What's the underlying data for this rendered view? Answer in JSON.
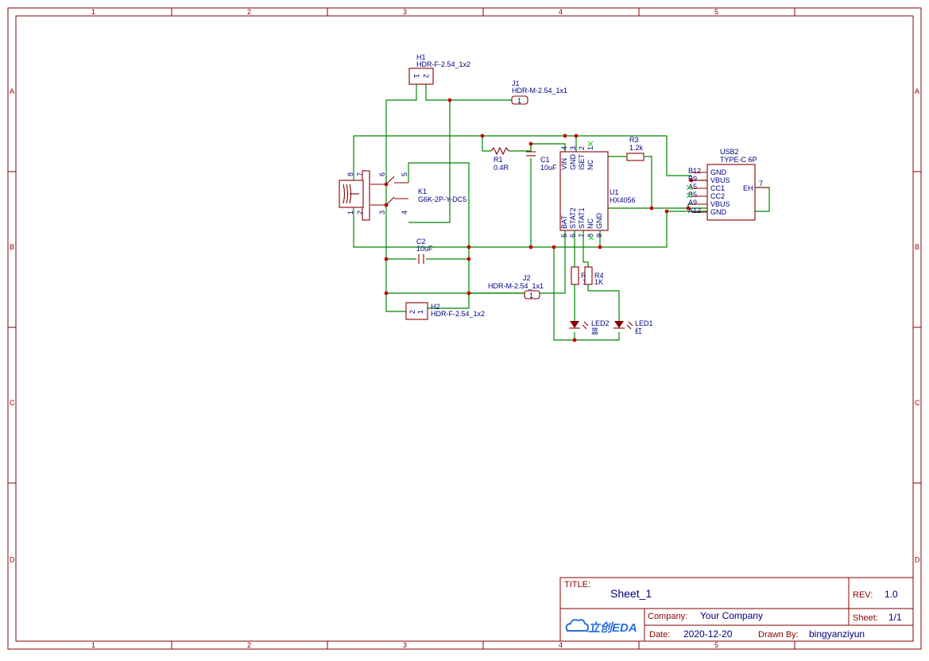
{
  "frame": {
    "columns": [
      "1",
      "2",
      "3",
      "4",
      "5"
    ],
    "rows": [
      "A",
      "B",
      "C",
      "D"
    ]
  },
  "title_block": {
    "title_label": "TITLE:",
    "title_value": "Sheet_1",
    "rev_label": "REV:",
    "rev_value": "1.0",
    "company_label": "Company:",
    "company_value": "Your Company",
    "sheet_label": "Sheet:",
    "sheet_value": "1/1",
    "date_label": "Date:",
    "date_value": "2020-12-20",
    "drawn_label": "Drawn By:",
    "drawn_value": "bingyanziyun",
    "logo_text": "立创EDA"
  },
  "components": {
    "h1": {
      "ref": "H1",
      "value": "HDR-F-2.54_1x2",
      "pins": [
        "1",
        "2"
      ]
    },
    "j1": {
      "ref": "J1",
      "value": "HDR-M-2.54_1x1",
      "pin": "1"
    },
    "r1": {
      "ref": "R1",
      "value": "0.4R"
    },
    "c1": {
      "ref": "C1",
      "value": "10uF"
    },
    "r3": {
      "ref": "R3",
      "value": "1.2k"
    },
    "k1": {
      "ref": "K1",
      "value": "G6K-2P-Y-DC5",
      "pins": [
        "8",
        "7",
        "6",
        "5",
        "1",
        "2",
        "3",
        "4"
      ]
    },
    "u1": {
      "ref": "U1",
      "value": "HX4056",
      "top_pins": [
        {
          "num": "4",
          "name": "VIN"
        },
        {
          "num": "3",
          "name": "GND"
        },
        {
          "num": "2",
          "name": "ISET"
        },
        {
          "num": "1",
          "name": "NC"
        }
      ],
      "bottom_pins": [
        {
          "num": "5",
          "name": "BAT"
        },
        {
          "num": "6",
          "name": "STAT2"
        },
        {
          "num": "7",
          "name": "STAT1"
        },
        {
          "num": "8",
          "name": "NC"
        },
        {
          "num": "9",
          "name": "GND"
        }
      ]
    },
    "usb2": {
      "ref": "USB2",
      "value": "TYPE-C 6P",
      "pins": [
        {
          "num": "B12",
          "name": "GND"
        },
        {
          "num": "B9",
          "name": "VBUS"
        },
        {
          "num": "A5",
          "name": "CC1"
        },
        {
          "num": "B5",
          "name": "CC2"
        },
        {
          "num": "A9",
          "name": "VBUS"
        },
        {
          "num": "A12",
          "name": "GND"
        }
      ],
      "eh_name": "EH",
      "eh_num": "7"
    },
    "c2": {
      "ref": "C2",
      "value": "10uF"
    },
    "j2": {
      "ref": "J2",
      "value": "HDR-M-2.54_1x1",
      "pin": "1"
    },
    "h2": {
      "ref": "H2",
      "value": "HDR-F-2.54_1x2",
      "pins": [
        "2",
        "1"
      ]
    },
    "r2": {
      "ref": "R2",
      "value": "1K"
    },
    "r4": {
      "ref": "R4",
      "value": "1K"
    },
    "led2": {
      "ref": "LED2",
      "value": "蓝"
    },
    "led1": {
      "ref": "LED1",
      "value": "红"
    }
  }
}
